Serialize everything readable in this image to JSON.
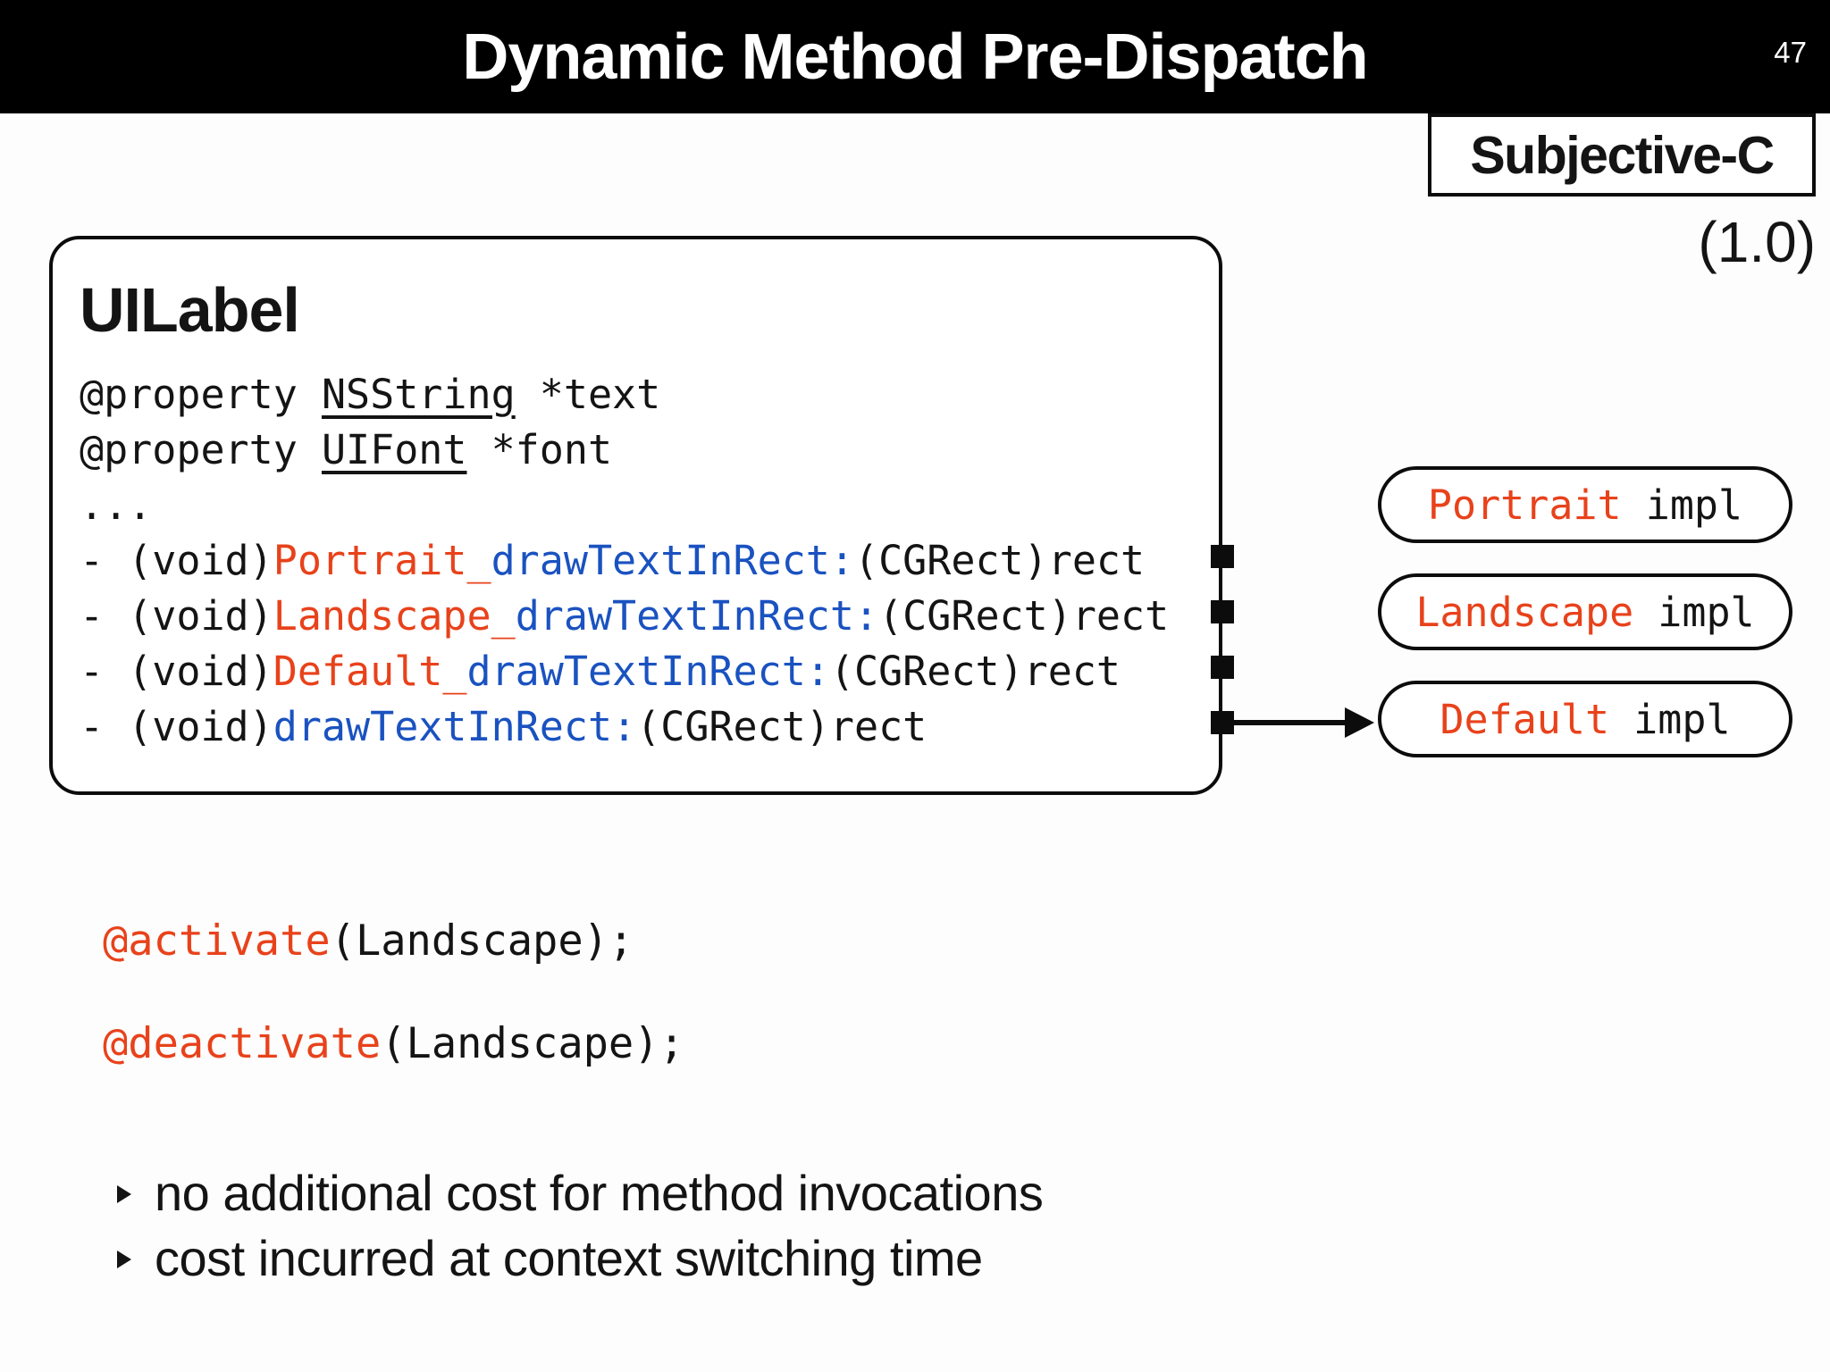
{
  "header": {
    "title": "Dynamic Method Pre-Dispatch",
    "slide_number": "47"
  },
  "badge": {
    "label": "Subjective-C",
    "version": "(1.0)"
  },
  "class_box": {
    "title": "UILabel",
    "properties": [
      {
        "prefix": "@property ",
        "type": "NSString",
        "suffix": " *text"
      },
      {
        "prefix": "@property ",
        "type": "UIFont",
        "suffix": " *font"
      }
    ],
    "ellipsis": "...",
    "methods": [
      {
        "prefix": "- (void)",
        "context": "Portrait_",
        "selector": "drawTextInRect:",
        "params": "(CGRect)rect"
      },
      {
        "prefix": "- (void)",
        "context": "Landscape_",
        "selector": "drawTextInRect:",
        "params": "(CGRect)rect"
      },
      {
        "prefix": "- (void)",
        "context": "Default_",
        "selector": "drawTextInRect:",
        "params": "(CGRect)rect"
      },
      {
        "prefix": "- (void)",
        "context": "",
        "selector": "drawTextInRect:",
        "params": "(CGRect)rect"
      }
    ]
  },
  "impl_pills": [
    {
      "context": "Portrait",
      "suffix": " impl"
    },
    {
      "context": "Landscape",
      "suffix": " impl"
    },
    {
      "context": "Default",
      "suffix": " impl"
    }
  ],
  "snippets": [
    {
      "keyword": "@activate",
      "rest": "(Landscape);"
    },
    {
      "keyword": "@deactivate",
      "rest": "(Landscape);"
    }
  ],
  "bullets": [
    "no additional cost for method invocations",
    "cost incurred at context switching time"
  ],
  "colors": {
    "accent_red": "#e8421b",
    "accent_blue": "#1a52c0",
    "bar_black": "#000000"
  }
}
